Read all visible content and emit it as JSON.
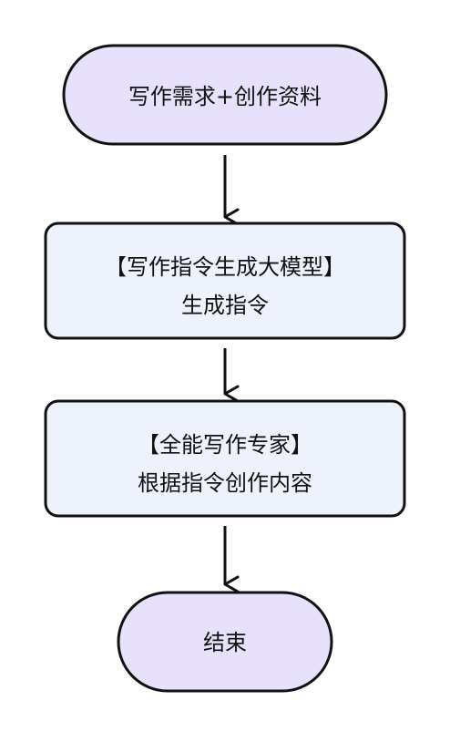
{
  "diagram": {
    "start": {
      "text": "写作需求+创作资料"
    },
    "process1": {
      "line1": "【写作指令生成大模型】",
      "line2": "生成指令"
    },
    "process2": {
      "line1": "【全能写作专家】",
      "line2": "根据指令创作内容"
    },
    "end": {
      "text": "结束"
    }
  },
  "style": {
    "terminal_fill": "#e8e1fb",
    "process_fill": "#edf2fc",
    "stroke": "#111111"
  }
}
